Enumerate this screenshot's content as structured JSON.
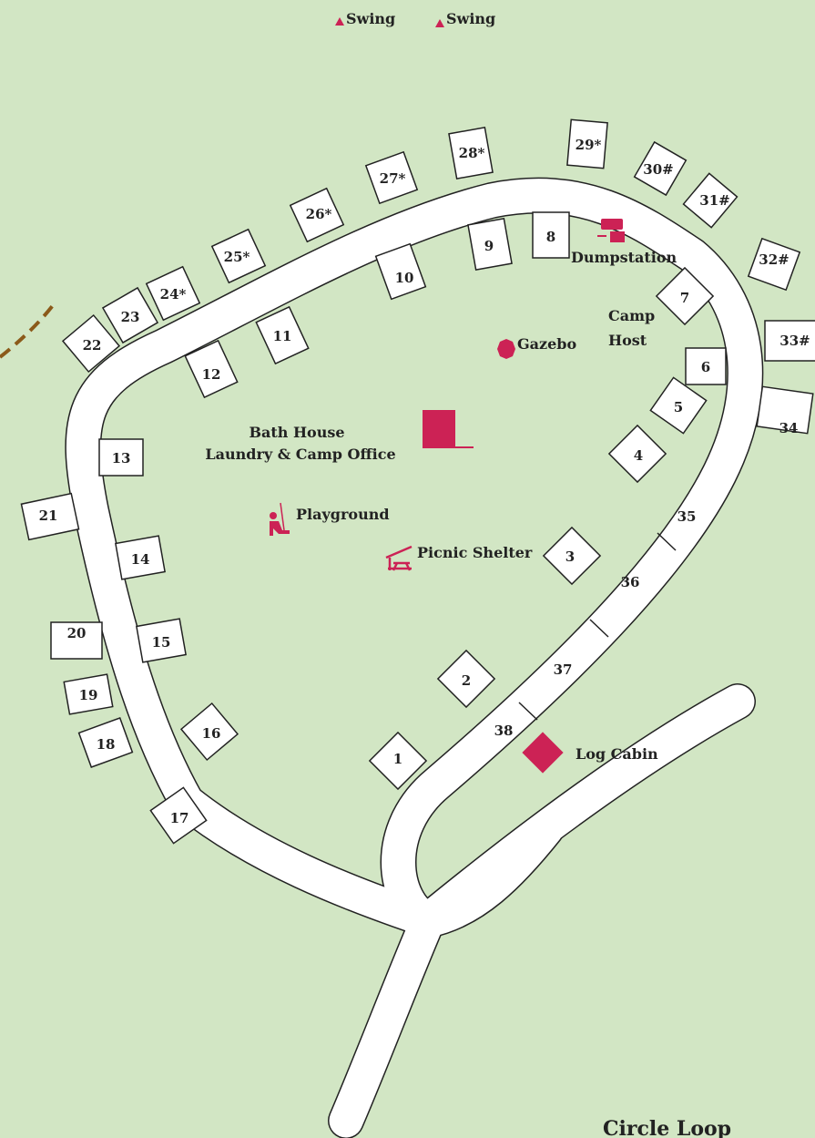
{
  "map": {
    "title": "Circle Loop",
    "background_color": "#d2e6c4",
    "road_color": "#ffffff",
    "road_outline_color": "#222222",
    "feature_color": "#cc2255",
    "trail_color": "#8b5a1a"
  },
  "swings": [
    {
      "label": "Swing",
      "icon": "triangle-icon"
    },
    {
      "label": "Swing",
      "icon": "triangle-icon"
    }
  ],
  "features": {
    "dumpstation": {
      "label": "Dumpstation",
      "icon": "rv-dump-icon"
    },
    "gazebo": {
      "label": "Gazebo",
      "icon": "circle-icon"
    },
    "camp_host": {
      "line1": "Camp",
      "line2": "Host"
    },
    "bath_house": {
      "line1": "Bath House",
      "line2": "Laundry & Camp Office"
    },
    "playground": {
      "label": "Playground",
      "icon": "playground-icon"
    },
    "picnic_shelter": {
      "label": "Picnic Shelter",
      "icon": "picnic-table-icon"
    },
    "log_cabin": {
      "label": "Log Cabin"
    }
  },
  "sites": {
    "s1": "1",
    "s2": "2",
    "s3": "3",
    "s4": "4",
    "s5": "5",
    "s6": "6",
    "s7": "7",
    "s8": "8",
    "s9": "9",
    "s10": "10",
    "s11": "11",
    "s12": "12",
    "s13": "13",
    "s14": "14",
    "s15": "15",
    "s16": "16",
    "s17": "17",
    "s18": "18",
    "s19": "19",
    "s20": "20",
    "s21": "21",
    "s22": "22",
    "s23": "23",
    "s24": "24*",
    "s25": "25*",
    "s26": "26*",
    "s27": "27*",
    "s28": "28*",
    "s29": "29*",
    "s30": "30#",
    "s31": "31#",
    "s32": "32#",
    "s33": "33#",
    "s34": "34",
    "s35": "35",
    "s36": "36",
    "s37": "37",
    "s38": "38"
  }
}
